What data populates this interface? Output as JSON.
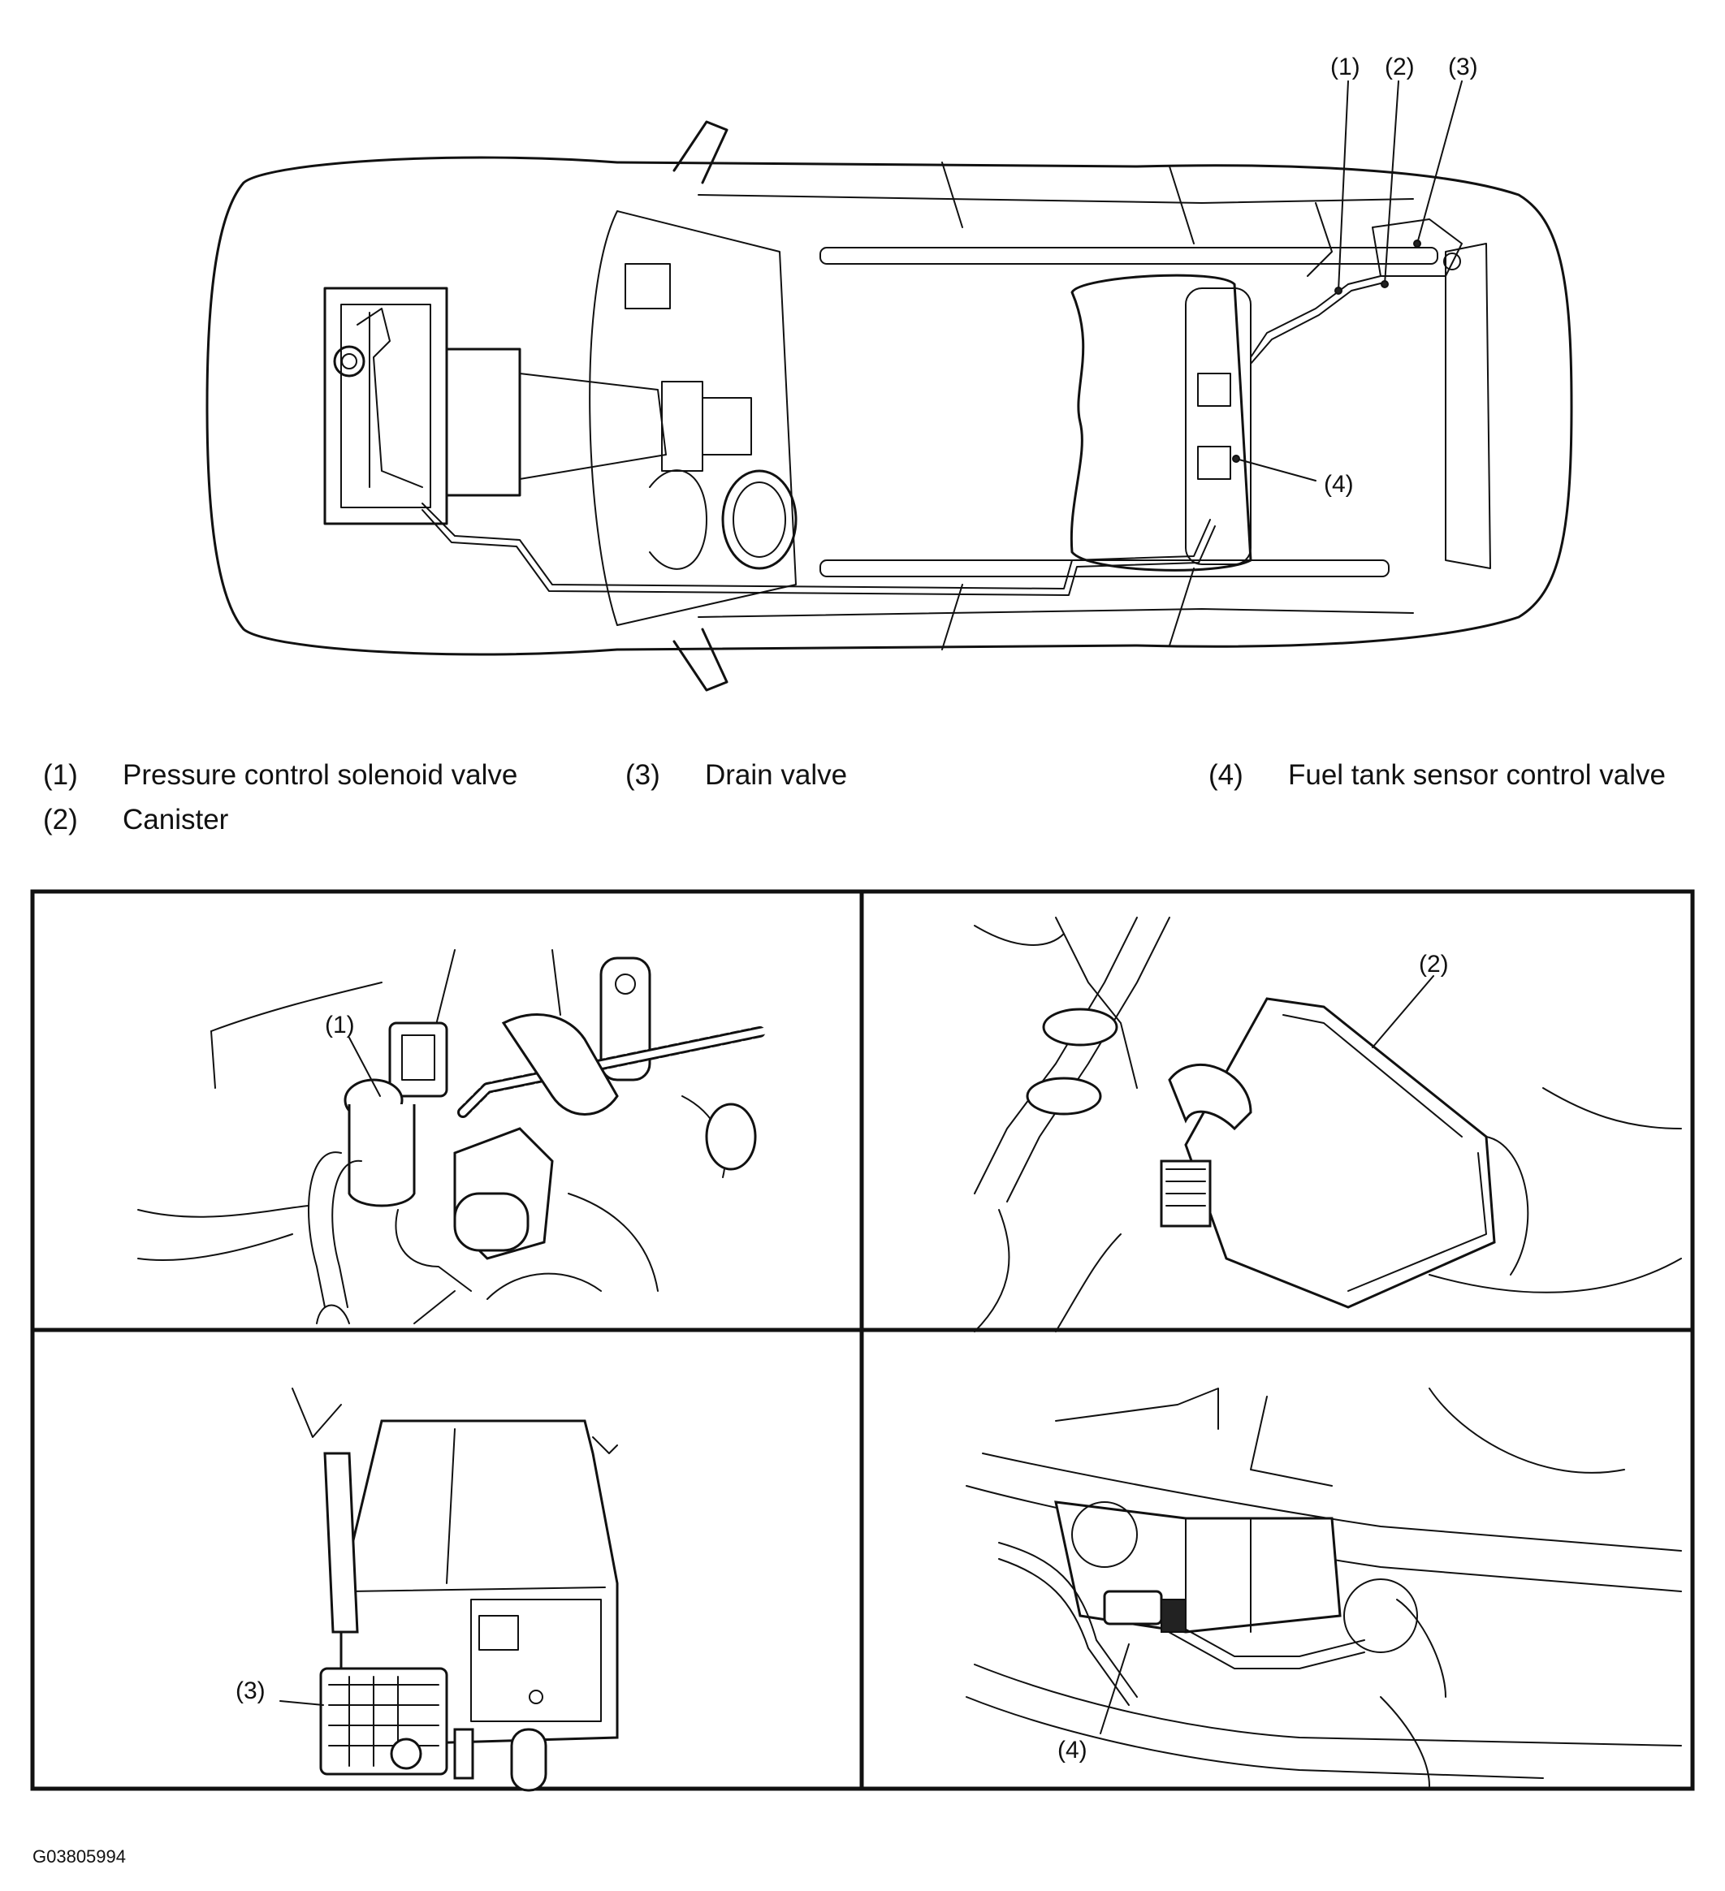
{
  "overview_callouts": [
    "(1)",
    "(2)",
    "(3)",
    "(4)"
  ],
  "legend": [
    {
      "num": "(1)",
      "text": "Pressure control solenoid valve"
    },
    {
      "num": "(2)",
      "text": "Canister"
    },
    {
      "num": "(3)",
      "text": "Drain valve"
    },
    {
      "num": "(4)",
      "text": "Fuel tank sensor control valve"
    }
  ],
  "panels": [
    {
      "callout": "(1)"
    },
    {
      "callout": "(2)"
    },
    {
      "callout": "(3)"
    },
    {
      "callout": "(4)"
    }
  ],
  "figure_id": "G03805994"
}
